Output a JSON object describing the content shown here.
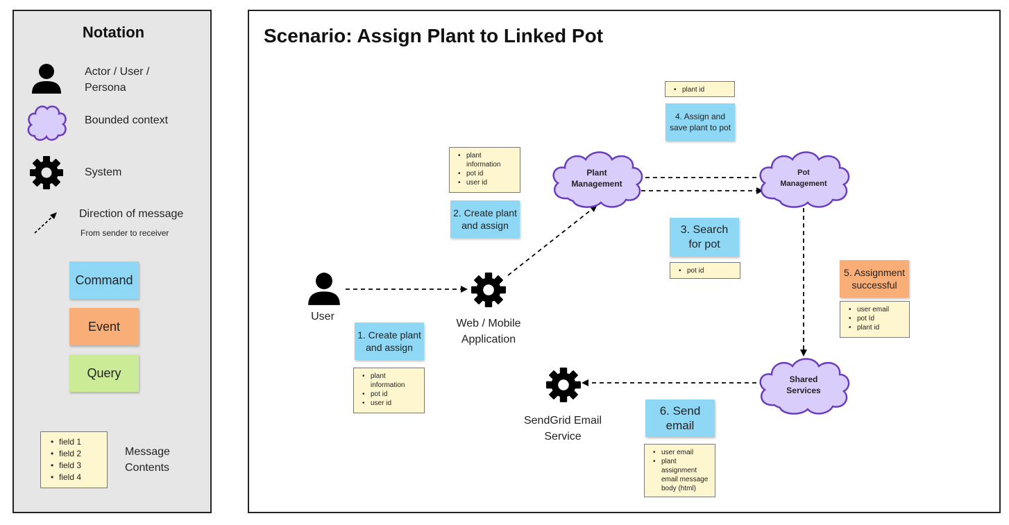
{
  "notation": {
    "title": "Notation",
    "actor": {
      "label_line1": "Actor / User /",
      "label_line2": "Persona"
    },
    "bounded_context": {
      "label": "Bounded context"
    },
    "system": {
      "label": "System"
    },
    "direction": {
      "label": "Direction of message",
      "sublabel": "From sender to receiver"
    },
    "command": "Command",
    "event": "Event",
    "query": "Query",
    "message_fields": [
      "field 1",
      "field 2",
      "field 3",
      "field 4"
    ],
    "message_label_line1": "Message",
    "message_label_line2": "Contents"
  },
  "scenario": {
    "title": "Scenario: Assign Plant to Linked Pot",
    "user_label": "User",
    "web_app": {
      "line1": "Web / Mobile",
      "line2": "Application"
    },
    "sendgrid": {
      "line1": "SendGrid Email",
      "line2": "Service"
    },
    "plant_mgmt": {
      "line1": "Plant",
      "line2": "Management"
    },
    "pot_mgmt": {
      "line1": "Pot",
      "line2": "Management"
    },
    "shared_services": {
      "line1": "Shared",
      "line2": "Services"
    },
    "step1": {
      "line1": "1. Create plant",
      "line2": "and assign",
      "fields": [
        "plant",
        "information",
        "pot id",
        "user id"
      ]
    },
    "step2": {
      "line1": "2. Create plant",
      "line2": "and assign",
      "fields": [
        "plant",
        "information",
        "pot id",
        "user id"
      ]
    },
    "step3": {
      "line1": "3. Search",
      "line2": "for pot",
      "fields": [
        "pot id"
      ]
    },
    "step4": {
      "line1": "4. Assign and",
      "line2": "save plant to pot",
      "fields": [
        "plant id"
      ]
    },
    "step5": {
      "line1": "5. Assignment",
      "line2": "successful",
      "fields": [
        "user email",
        "pot Id",
        "plant id"
      ]
    },
    "step6": {
      "line1": "6. Send",
      "line2": "email",
      "fields": [
        "user email",
        "plant",
        "assignment",
        "email message",
        "body (html)"
      ]
    }
  },
  "colors": {
    "command": "#8fd8f5",
    "event": "#f9ad77",
    "query": "#cbeb96",
    "message": "#fdf6cf",
    "bounded_context_fill": "#d9cdfc",
    "bounded_context_stroke": "#6a3cc0"
  },
  "icons": [
    "person-icon",
    "cloud-icon",
    "gear-icon",
    "arrow-icon"
  ]
}
